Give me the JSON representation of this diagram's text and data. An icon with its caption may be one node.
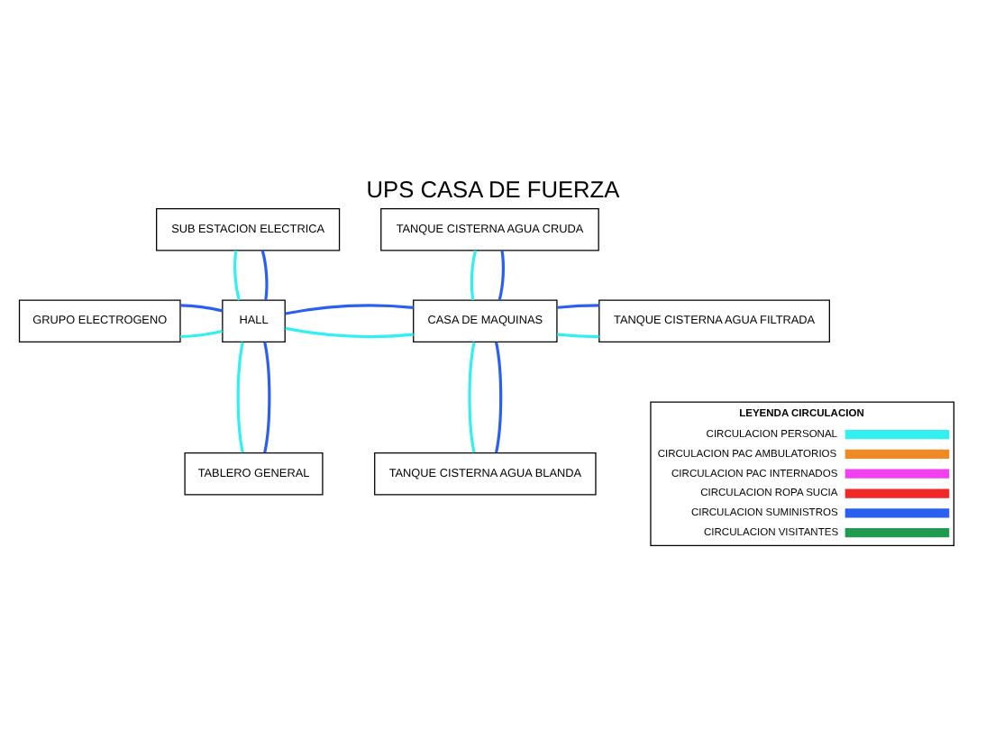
{
  "diagram": {
    "title": "UPS CASA DE FUERZA",
    "nodes": [
      {
        "text": [
          "SUB ESTACION ELECTRICA"
        ]
      },
      {
        "text": [
          "TANQUE CISTERNA AGUA CRUDA"
        ]
      },
      {
        "text": [
          "GRUPO ELECTROGENO"
        ]
      },
      {
        "text": [
          "HALL"
        ]
      },
      {
        "text": [
          "CASA DE MAQUINAS"
        ]
      },
      {
        "text": [
          "TANQUE CISTERNA AGUA FILTRADA"
        ]
      },
      {
        "text": [
          "TABLERO GENERAL"
        ]
      },
      {
        "text": [
          "TANQUE CISTERNA AGUA BLANDA"
        ]
      }
    ],
    "edges": [
      {
        "from": 3,
        "to": 0,
        "arrow": "none",
        "color": "#33f0f0"
      },
      {
        "from": 3,
        "to": 0,
        "arrow": "none",
        "color": "#2b5ff0"
      },
      {
        "from": 2,
        "to": 3,
        "arrow": "none",
        "color": "#33f0f0"
      },
      {
        "from": 2,
        "to": 3,
        "arrow": "none",
        "color": "#2b5ff0"
      },
      {
        "from": 3,
        "to": 6,
        "arrow": "none",
        "color": "#33f0f0"
      },
      {
        "from": 3,
        "to": 6,
        "arrow": "none",
        "color": "#2b5ff0"
      },
      {
        "from": 3,
        "to": 4,
        "arrow": "none",
        "color": "#33f0f0"
      },
      {
        "from": 3,
        "to": 4,
        "arrow": "none",
        "color": "#2b5ff0"
      },
      {
        "from": 4,
        "to": 1,
        "arrow": "none",
        "color": "#33f0f0"
      },
      {
        "from": 4,
        "to": 1,
        "arrow": "none",
        "color": "#2b5ff0"
      },
      {
        "from": 4,
        "to": 5,
        "arrow": "none",
        "color": "#33f0f0"
      },
      {
        "from": 4,
        "to": 5,
        "arrow": "none",
        "color": "#2b5ff0"
      },
      {
        "from": 4,
        "to": 7,
        "arrow": "none",
        "color": "#33f0f0"
      },
      {
        "from": 4,
        "to": 7,
        "arrow": "none",
        "color": "#2b5ff0"
      }
    ],
    "labels": [
      "LEYENDA CIRCULACION"
    ],
    "legend": [
      {
        "text": "CIRCULACION PERSONAL",
        "color": "#33f0f0"
      },
      {
        "text": "CIRCULACION PAC AMBULATORIOS",
        "color": "#f08a24"
      },
      {
        "text": "CIRCULACION PAC INTERNADOS",
        "color": "#f040f0"
      },
      {
        "text": "CIRCULACION ROPA SUCIA",
        "color": "#f02828"
      },
      {
        "text": "CIRCULACION SUMINISTROS",
        "color": "#2b5ff0"
      },
      {
        "text": "CIRCULACION VISITANTES",
        "color": "#1f9a50"
      }
    ]
  }
}
